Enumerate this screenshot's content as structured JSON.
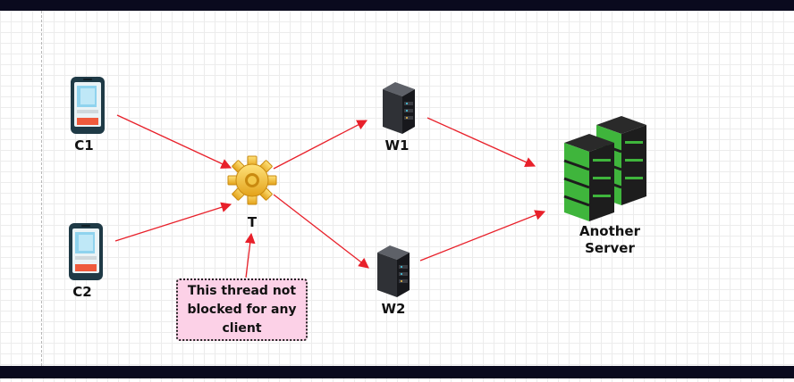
{
  "nodes": {
    "c1": "C1",
    "c2": "C2",
    "t": "T",
    "w1": "W1",
    "w2": "W2",
    "server_line1": "Another",
    "server_line2": "Server"
  },
  "note": "This thread not blocked for any client",
  "colors": {
    "arrow": "#e8202a",
    "note_fill": "#fcd1e7",
    "server_green": "#3fb53c",
    "frame_bar": "#0a0a1e"
  },
  "icons": [
    "phone-icon",
    "gear-icon",
    "server-icon",
    "server-rack-icon"
  ]
}
